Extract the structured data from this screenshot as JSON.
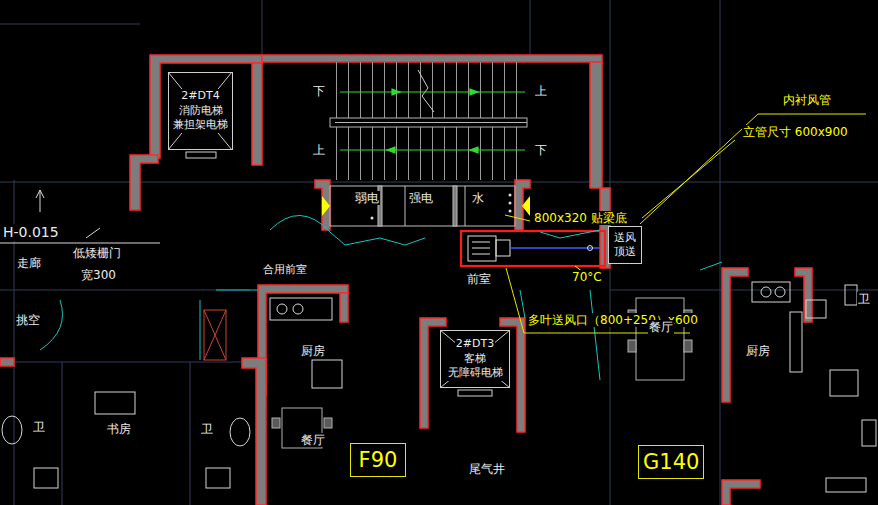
{
  "diagram": {
    "nodes": [
      {
        "text": [
          "2#DT4",
          "消防电梯",
          "兼担架电梯"
        ]
      },
      {
        "text": [
          "送风 顶送"
        ]
      },
      {
        "text": [
          "2#DT3",
          "客梯",
          "无障碍电梯"
        ]
      },
      {
        "text": [
          "F90"
        ]
      },
      {
        "text": [
          "G140"
        ]
      }
    ],
    "labels": [
      "H-0.015",
      "下",
      "上",
      "上",
      "下",
      "弱电",
      "强电",
      "水",
      "内衬风管",
      "立管尺寸 600x900",
      "800x320 贴梁底",
      "走廊",
      "低矮栅门",
      "宽300",
      "合用前室",
      "前室",
      "70°C",
      "多叶送风口（800+250）x600",
      "挑空",
      "厨房",
      "厨房",
      "餐厅",
      "卫",
      "书房",
      "卫",
      "卫",
      "餐厅",
      "尾气井"
    ]
  }
}
